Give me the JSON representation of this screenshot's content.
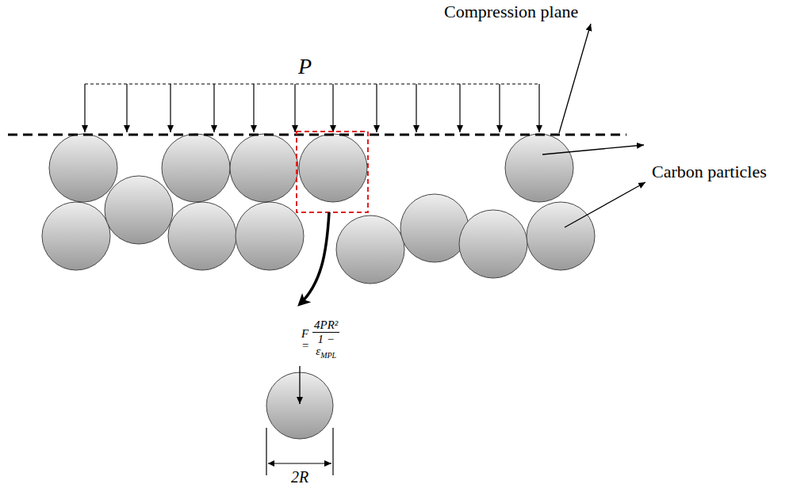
{
  "diagram": {
    "labels": [
      "Compression plane",
      "P",
      "Carbon particles",
      "F =",
      "4PR²",
      "1 − ε",
      "MPL",
      "2R"
    ]
  }
}
